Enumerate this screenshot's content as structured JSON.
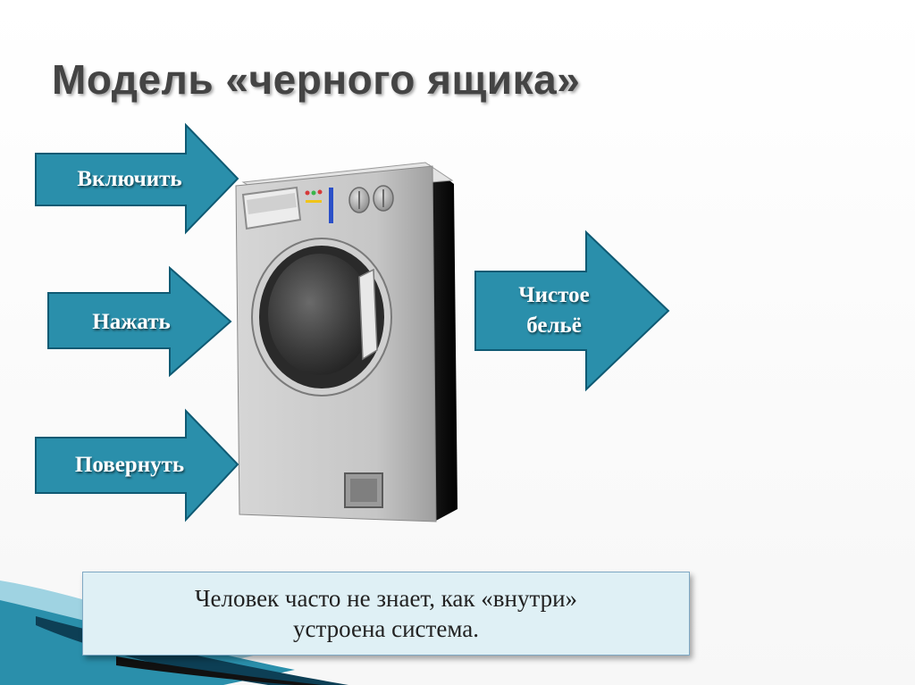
{
  "slide": {
    "title": "Модель «черного ящика»",
    "inputs": [
      {
        "label": "Включить"
      },
      {
        "label": "Нажать"
      },
      {
        "label": "Повернуть"
      }
    ],
    "output": {
      "line1": "Чистое",
      "line2": "бельё"
    },
    "note": {
      "line1": "Человек часто не знает, как «внутри»",
      "line2": "устроена система."
    },
    "colors": {
      "arrow_fill": "#2a8fab",
      "arrow_stroke": "#0f5a73",
      "title_color": "#444444",
      "note_bg": "#dff0f5",
      "machine_body": "#c9c9c9"
    },
    "machine_icon": "washing-machine-icon"
  }
}
